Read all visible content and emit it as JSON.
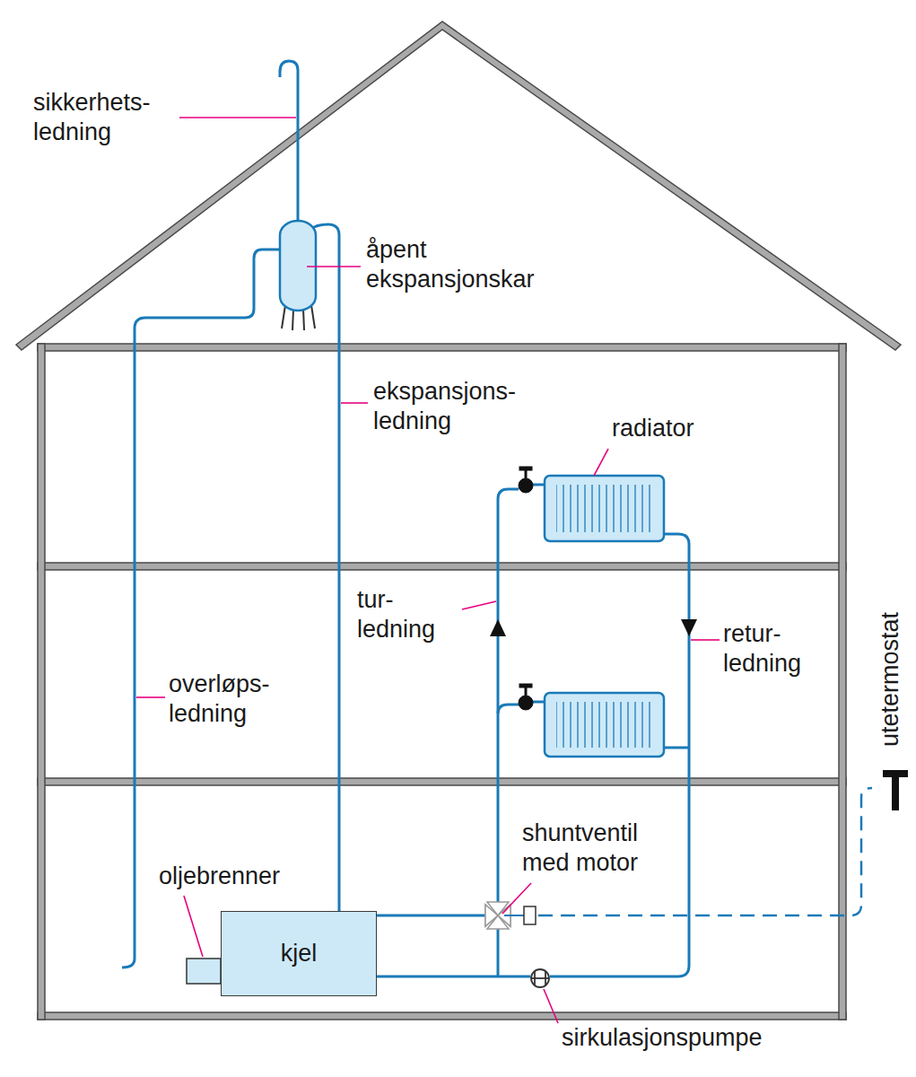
{
  "diagram": {
    "nodes": [
      {
        "text": [
          "kjel"
        ]
      }
    ],
    "labels": [
      "sikkerhets- ledning",
      "åpent ekspansjonskar",
      "ekspansjons- ledning",
      "radiator",
      "tur- ledning",
      "retur- ledning",
      "overløps- ledning",
      "utetermostat",
      "shuntventil med motor",
      "oljebrenner",
      "sirkulasjonspumpe"
    ]
  }
}
